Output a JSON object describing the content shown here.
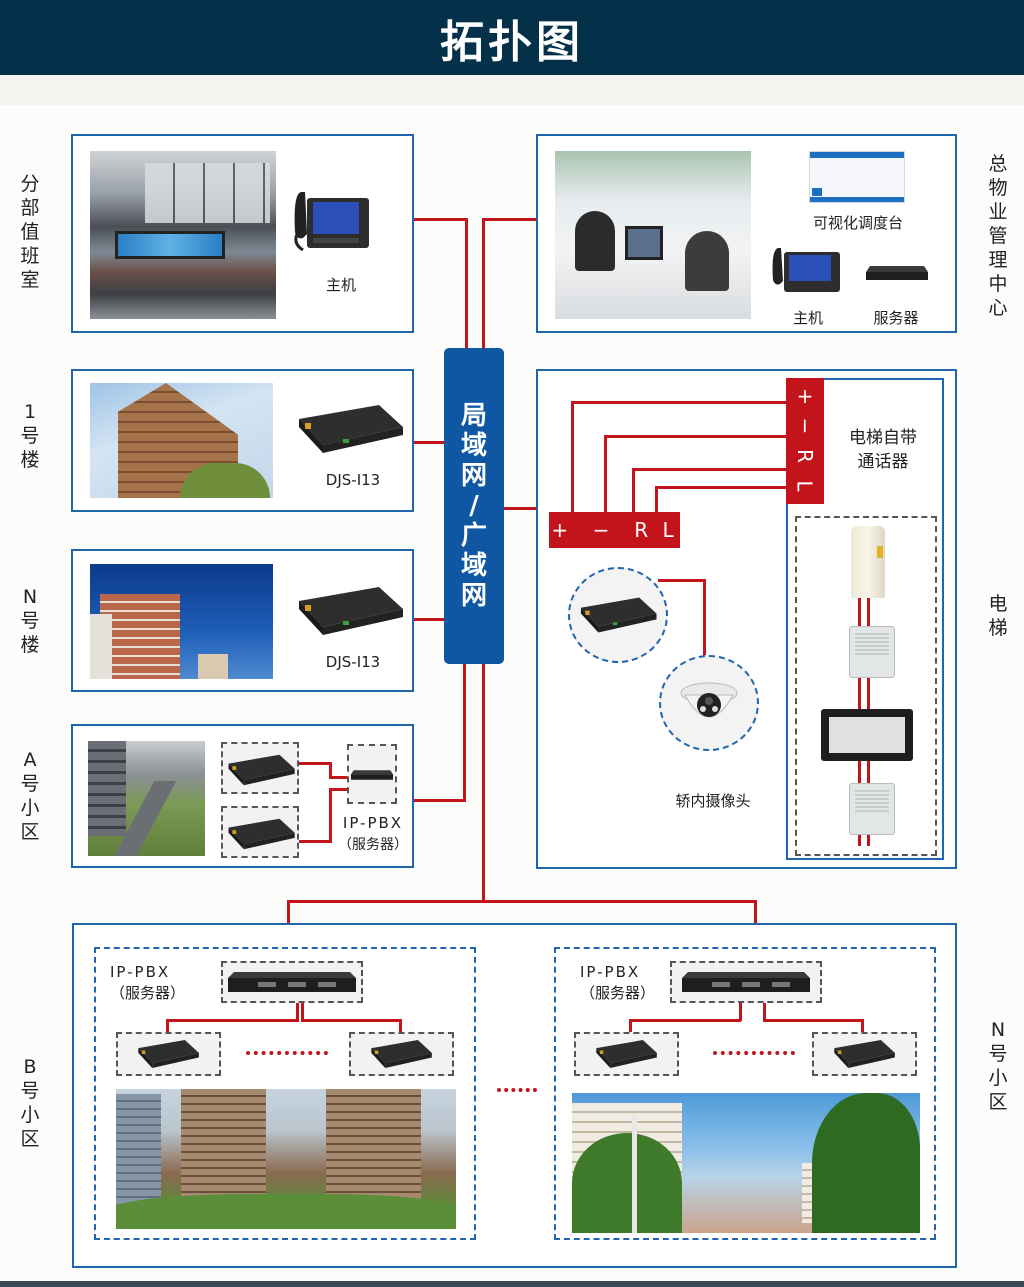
{
  "header": {
    "title": "拓扑图"
  },
  "network": {
    "label_chars": [
      "局",
      "域",
      "网",
      "/",
      "广",
      "域",
      "网"
    ],
    "label": "局域网/广域网"
  },
  "side_labels": {
    "branch_duty_room": "分部值班室",
    "building_1": "1号楼",
    "building_n": "N号楼",
    "community_a": "A号小区",
    "community_b": "B号小区",
    "hq_center": "总物业管理中心",
    "elevator": "电梯",
    "community_n": "N号小区"
  },
  "branch_room": {
    "device_label": "主机"
  },
  "hq": {
    "dispatch_label": "可视化调度台",
    "host_label": "主机",
    "server_label": "服务器"
  },
  "building_1": {
    "device_label": "DJS-I13"
  },
  "building_n": {
    "device_label": "DJS-I13"
  },
  "community_a": {
    "pbx_label": "IP-PBX",
    "pbx_sub": "（服务器）"
  },
  "elevator": {
    "intercom_title_line1": "电梯自带",
    "intercom_title_line2": "通话器",
    "terminals_vertical": [
      "+",
      "−",
      "R",
      "L"
    ],
    "terminals_horizontal": "+  −  R L",
    "camera_label": "轿内摄像头"
  },
  "community_b": {
    "pbx_label": "IP-PBX",
    "pbx_sub": "（服务器）"
  },
  "community_n": {
    "pbx_label": "IP-PBX",
    "pbx_sub": "（服务器）"
  },
  "colors": {
    "header_bg": "#05304a",
    "box_border": "#2165ad",
    "wire": "#c4141b",
    "network_bg": "#0f57a2"
  }
}
